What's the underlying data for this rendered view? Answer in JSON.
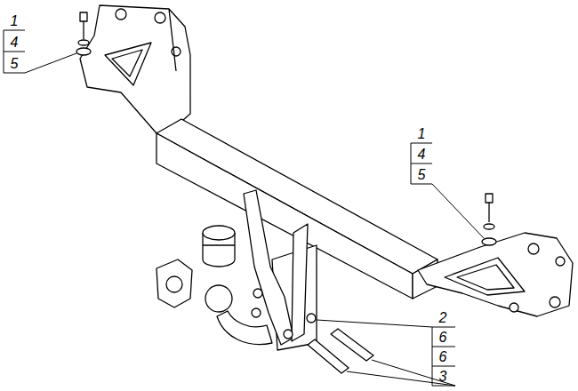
{
  "diagram": {
    "labels": [
      "1",
      "4",
      "5",
      "1",
      "4",
      "5",
      "2",
      "6",
      "6",
      "3"
    ]
  }
}
